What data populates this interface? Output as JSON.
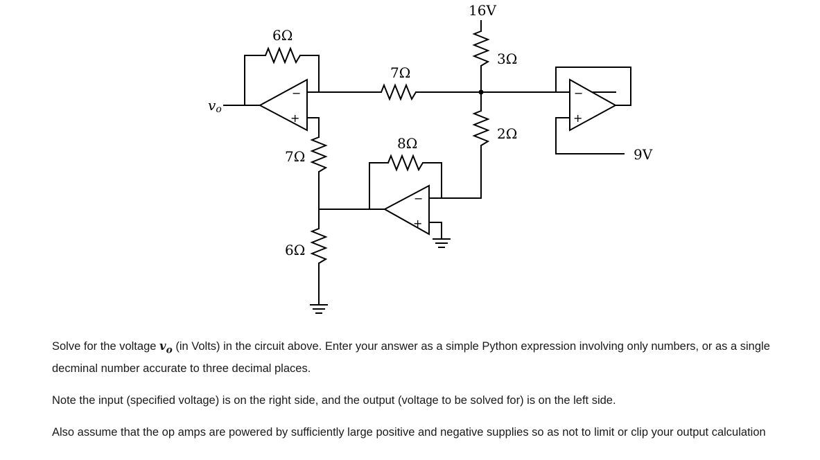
{
  "circuit": {
    "source_top": "16V",
    "source_right": "9V",
    "output_label": "v",
    "output_sub": "o",
    "resistors": {
      "r_feedback_top": "6Ω",
      "r_mid_horizontal": "7Ω",
      "r_right_upper": "3Ω",
      "r_right_lower": "2Ω",
      "r_feedback_center": "8Ω",
      "r_left_vertical_upper": "7Ω",
      "r_left_vertical_lower": "6Ω"
    },
    "opamp_signs": {
      "minus": "−",
      "plus": "+"
    }
  },
  "problem": {
    "p1_pre": "Solve for the voltage ",
    "p1_var": "v",
    "p1_sub": "o",
    "p1_post": " (in Volts) in the circuit above. Enter your answer as a simple Python expression involving only numbers, or as a single decminal number accurate to three decimal places.",
    "p2": "Note the input (specified voltage) is on the right side, and the output (voltage to be solved for) is on the left side.",
    "p3": "Also assume that the op amps are powered by sufficiently large positive and negative supplies so as not to limit or clip your output calculation"
  }
}
